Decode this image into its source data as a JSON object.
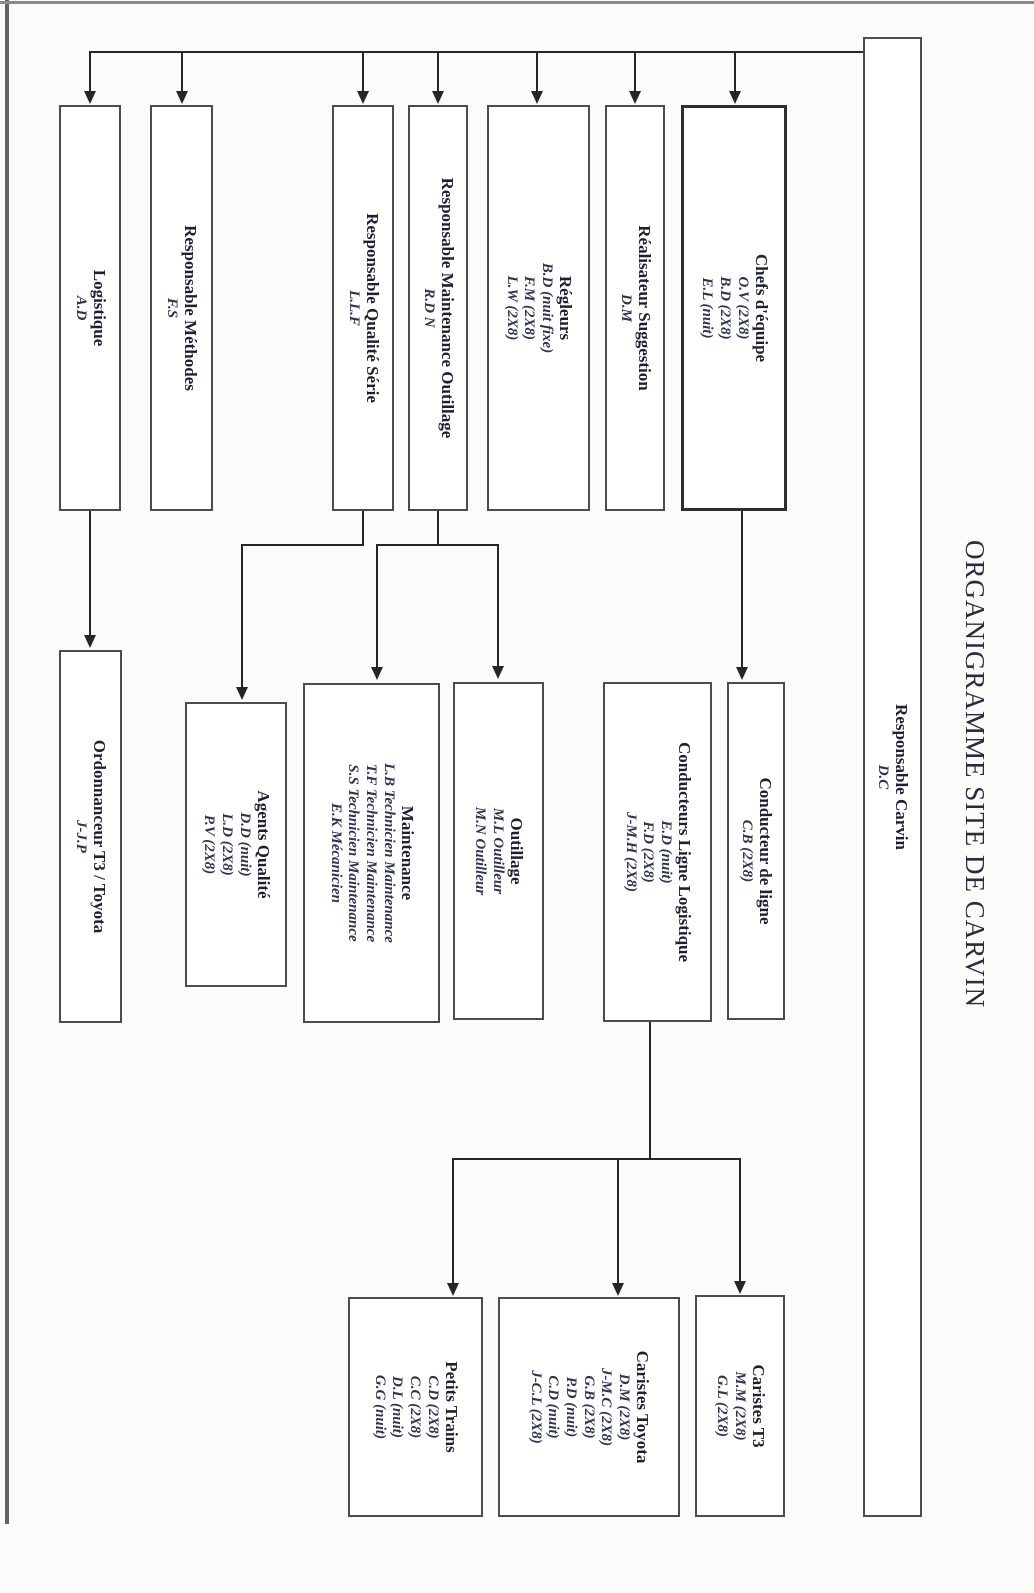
{
  "page_title": "ORGANIGRAMME SITE DE CARVIN",
  "nodes": {
    "root": {
      "title": "Responsable Carvin",
      "names": [
        "D.C"
      ]
    },
    "chefs": {
      "title": "Chefs d'équipe",
      "names": [
        "O.V (2X8)",
        "B.D (2X8)",
        "E.L (nuit)"
      ]
    },
    "realisateur": {
      "title": "Réalisateur Suggestion",
      "names": [
        "D.M"
      ]
    },
    "regleurs": {
      "title": "Régleurs",
      "names": [
        "B.D (nuit fixe)",
        "F.M (2X8)",
        "L.W (2X8)"
      ]
    },
    "maint_outillage": {
      "title": "Responsable Maintenance Outillage",
      "names": [
        "R.D N"
      ]
    },
    "qualite_serie": {
      "title": "Responsable Qualité Série",
      "names": [
        "L.L.F"
      ]
    },
    "methodes": {
      "title": "Responsable Méthodes",
      "names": [
        "F.S"
      ]
    },
    "logistique": {
      "title": "Logistique",
      "names": [
        "A.D"
      ]
    },
    "conducteur_ligne": {
      "title": "Conducteur de ligne",
      "names": [
        "C.B (2X8)"
      ]
    },
    "conducteurs_ll": {
      "title": "Conducteurs Ligne Logistique",
      "names": [
        "E.D (nuit)",
        "F.D (2X8)",
        "J-M.H (2X8)"
      ]
    },
    "outillage": {
      "title": "Outillage",
      "names": [
        "M.L Outilleur",
        "M.N Outilleur"
      ]
    },
    "maintenance": {
      "title": "Maintenance",
      "names": [
        "L.B Technicien Maintenance",
        "T.F Technicien Maintenance",
        "S.S Technicien Maintenance",
        "E.K Mécanicien"
      ]
    },
    "agents_qualite": {
      "title": "Agents Qualité",
      "names": [
        "D.D (nuit)",
        "L.D (2X8)",
        "P.V (2X8)"
      ]
    },
    "ordonnanceur": {
      "title": "Ordonnanceur T3 / Toyota",
      "names": [
        "J-J.P"
      ]
    },
    "caristes_t3": {
      "title": "Caristes T3",
      "names": [
        "M.M (2X8)",
        "G.L (2X8)"
      ]
    },
    "caristes_toyota": {
      "title": "Caristes Toyota",
      "names": [
        "D.M (2X8)",
        "J-M.C (2X8)",
        "G.B (2X8)",
        "P.D (nuit)",
        "C.D (nuit)",
        "J-C.L (2X8)"
      ]
    },
    "petits_trains": {
      "title": "Petits Trains",
      "names": [
        "C.D (2X8)",
        "C.C (2X8)",
        "D.L (nuit)",
        "G.G (nuit)"
      ]
    }
  },
  "colors": {
    "box_border": "#4c4c4c",
    "thick_border": "#2e2e2e",
    "line": "#262626",
    "scan_edge_left": "#636360",
    "scan_edge_top": "#8c8b88"
  }
}
